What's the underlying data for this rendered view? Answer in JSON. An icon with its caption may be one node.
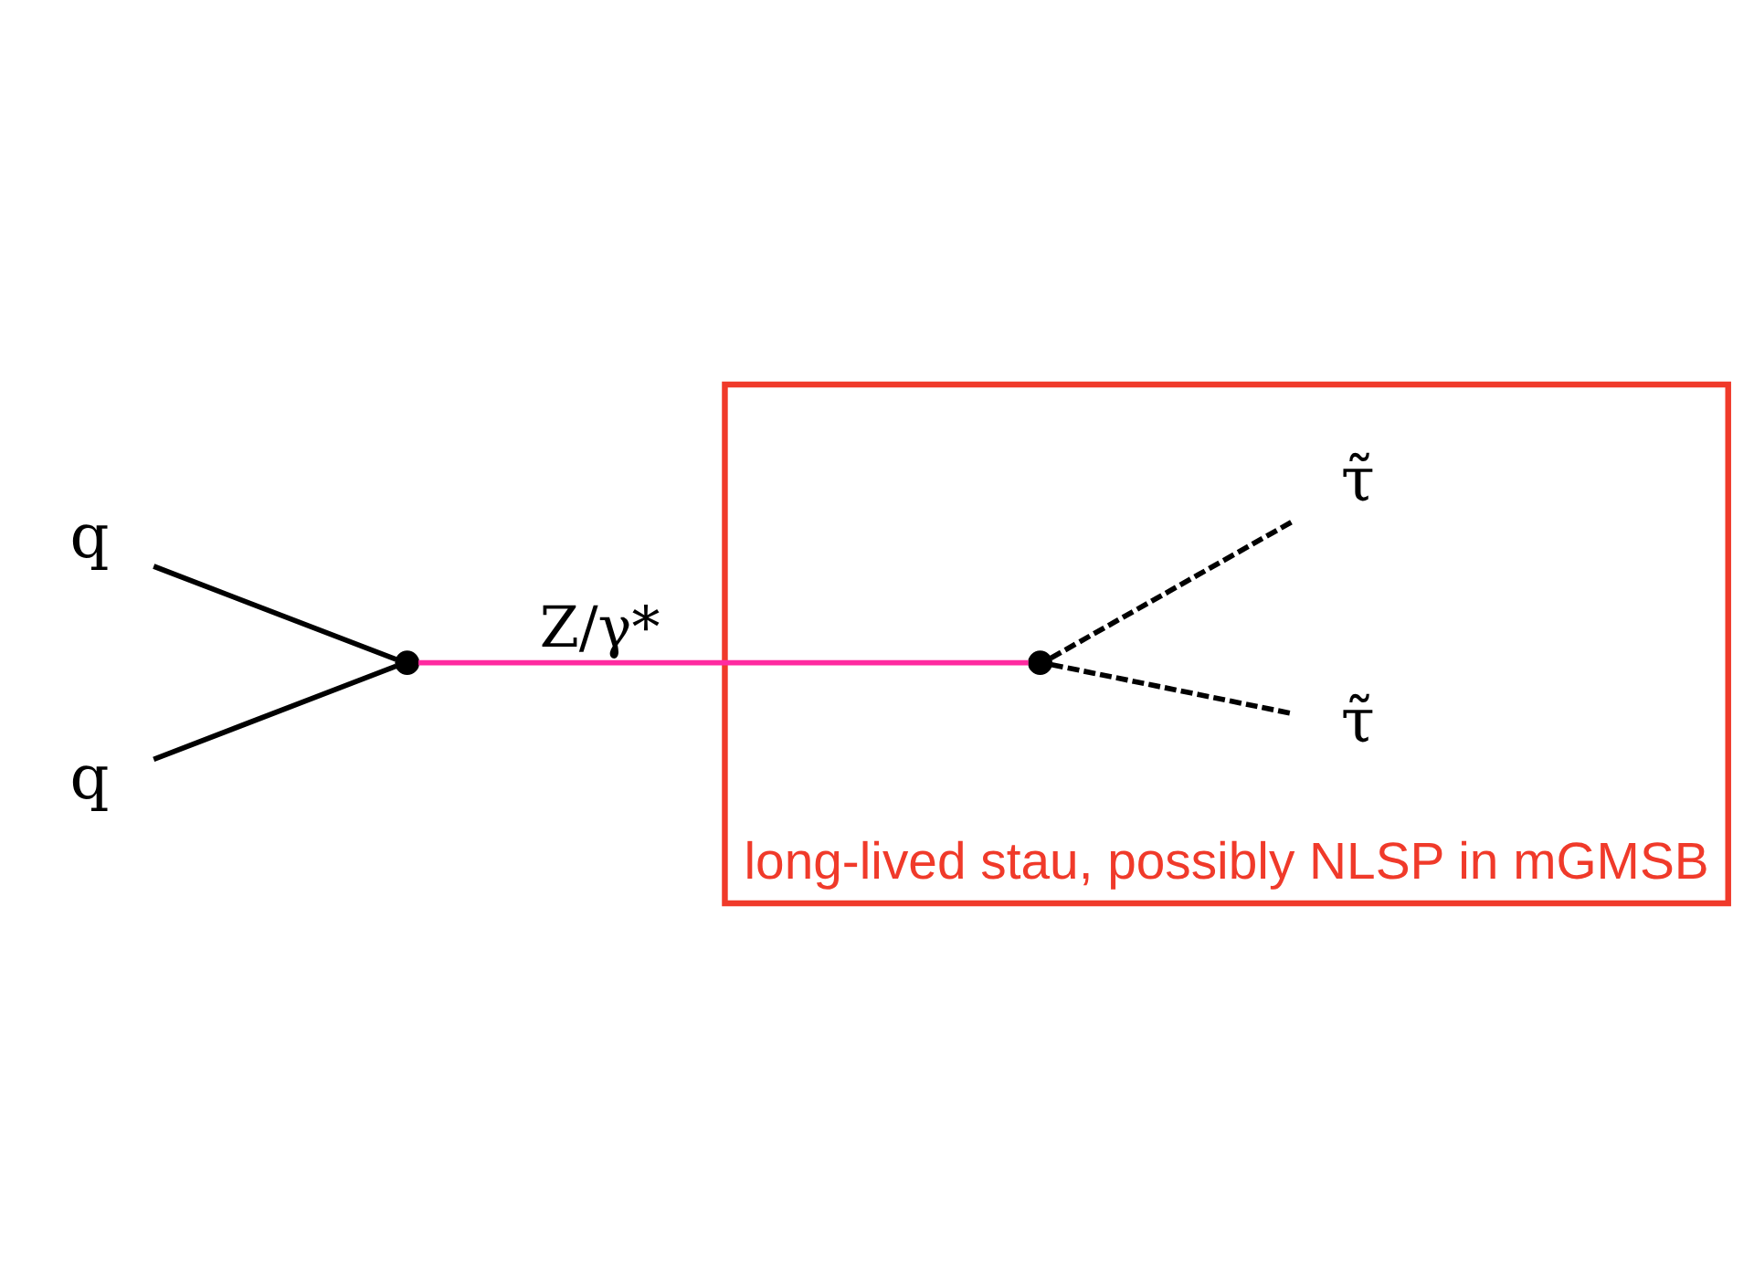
{
  "diagram": {
    "nodes": [
      {
        "text": [
          "q"
        ]
      },
      {
        "text": [
          "q"
        ]
      },
      {
        "text": [],
        "shape": "circle"
      },
      {
        "text": [
          "long-lived stau, possibly NLSP in mGMSB"
        ]
      },
      {
        "text": [],
        "shape": "circle",
        "in": 3
      },
      {
        "text": [
          "τ̃"
        ],
        "in": 3
      },
      {
        "text": [
          "τ̃"
        ],
        "in": 3
      }
    ],
    "edges": [
      {
        "from": 0,
        "to": 2,
        "arrow": "none"
      },
      {
        "from": 1,
        "to": 2,
        "arrow": "none"
      },
      {
        "from": 2,
        "to": 4,
        "arrow": "none",
        "label": "Z/γ*",
        "color": "#ff2aa0"
      },
      {
        "from": 4,
        "to": 5,
        "arrow": "none",
        "style": "dashed"
      },
      {
        "from": 4,
        "to": 6,
        "arrow": "none",
        "style": "dashed"
      }
    ]
  }
}
